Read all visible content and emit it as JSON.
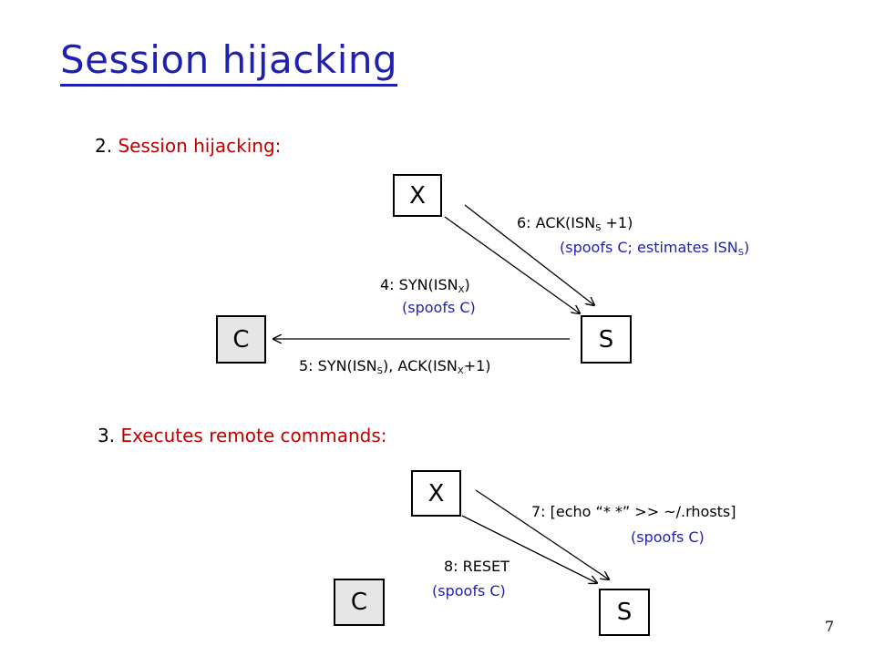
{
  "title": "Session hijacking",
  "page_number": "7",
  "colors": {
    "title": "#1f1fb0",
    "section_heading": "#c00000",
    "annotation": "#1f1fb0",
    "client_fill": "#e6e6e6"
  },
  "section2": {
    "number": "2. ",
    "heading": "Session hijacking:",
    "nodes": {
      "x": "X",
      "c": "C",
      "s": "S"
    },
    "msg6": {
      "prefix": "6: ACK(ISN",
      "sub": "S",
      "suffix": " +1)"
    },
    "msg6_note": {
      "prefix": "(spoofs C; estimates ISN",
      "sub": "S",
      "suffix": ")"
    },
    "msg4": {
      "prefix": "4: SYN(ISN",
      "sub": "X",
      "suffix": ")"
    },
    "msg4_note": "(spoofs C)",
    "msg5": {
      "prefix": "5: SYN(ISN",
      "sub1": "S",
      "mid": "), ACK(ISN",
      "sub2": "X",
      "suffix": "+1)"
    }
  },
  "section3": {
    "number": "3. ",
    "heading": "Executes remote commands:",
    "nodes": {
      "x": "X",
      "c": "C",
      "s": "S"
    },
    "msg7": "7: [echo “*  *” >> ~/.rhosts]",
    "msg7_note": "(spoofs C)",
    "msg8": "8: RESET",
    "msg8_note": "(spoofs C)"
  }
}
